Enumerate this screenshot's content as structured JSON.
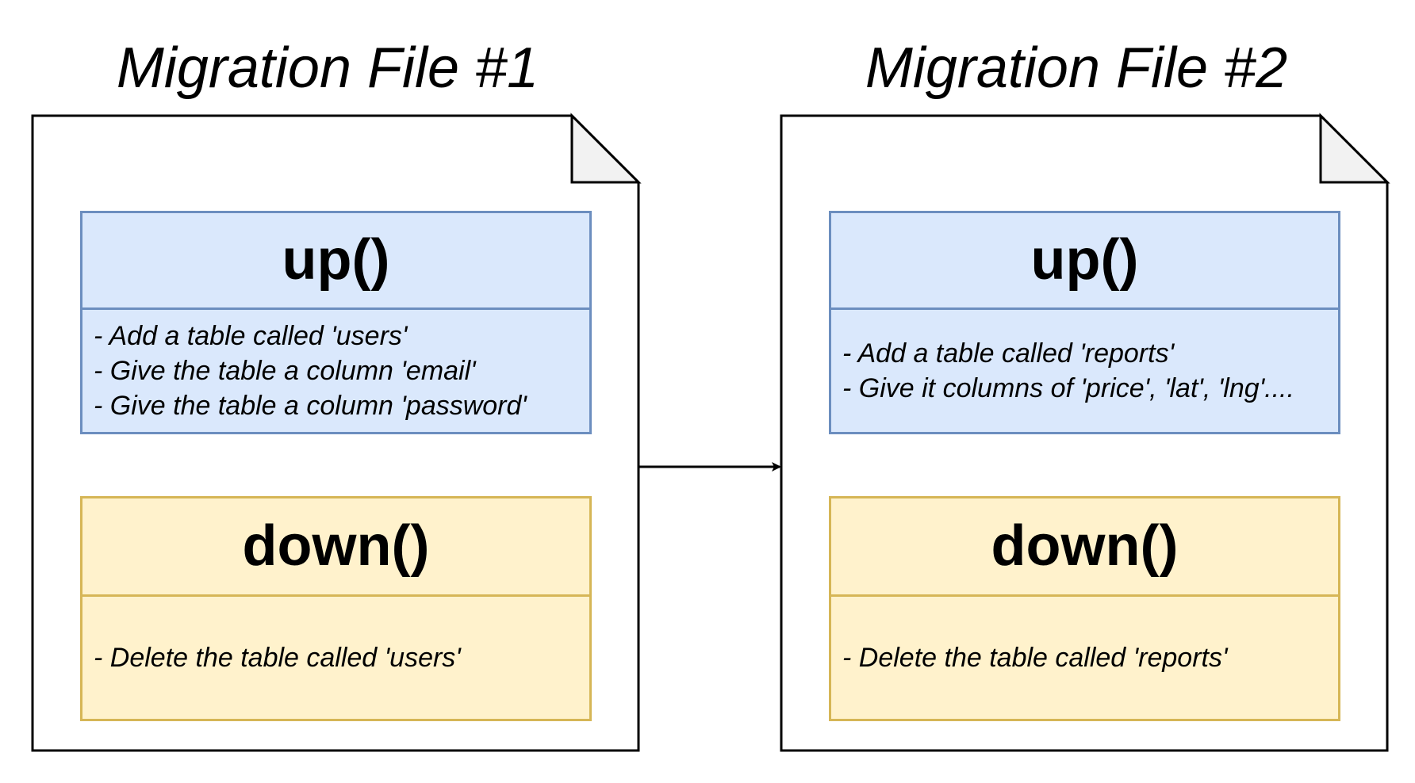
{
  "files": [
    {
      "title": "Migration File #1",
      "up": {
        "label": "up()",
        "lines": [
          "- Add a table called 'users'",
          "- Give the table a column 'email'",
          "- Give the table a column 'password'"
        ]
      },
      "down": {
        "label": "down()",
        "lines": [
          "- Delete the table called 'users'"
        ]
      }
    },
    {
      "title": "Migration File #2",
      "up": {
        "label": "up()",
        "lines": [
          "- Add a table called 'reports'",
          "- Give it columns of 'price', 'lat', 'lng'...."
        ]
      },
      "down": {
        "label": "down()",
        "lines": [
          "- Delete the table called 'reports'"
        ]
      }
    }
  ],
  "colors": {
    "up_fill": "#dae8fc",
    "up_stroke": "#6c8ebf",
    "down_fill": "#fff2cc",
    "down_stroke": "#d6b656",
    "document_fold": "#f2f2f2",
    "stroke": "#000000"
  }
}
